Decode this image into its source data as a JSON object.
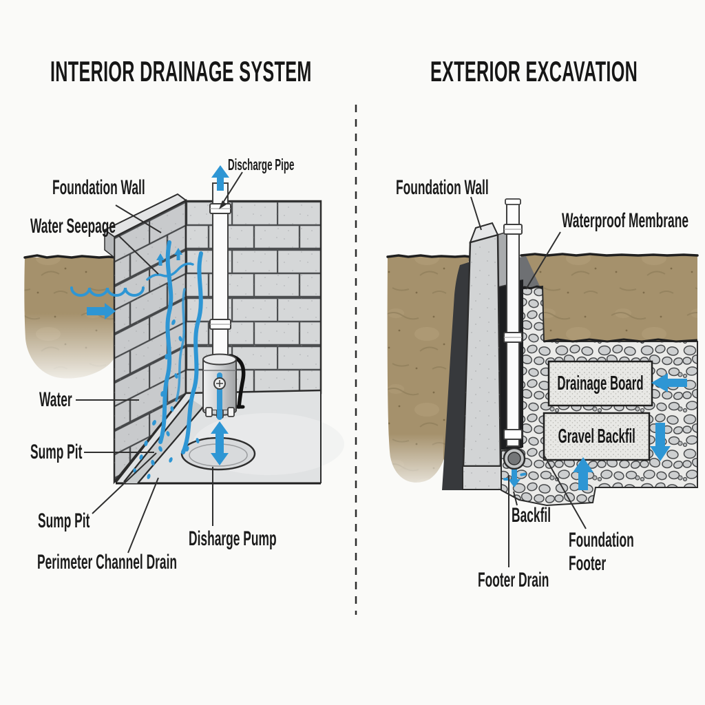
{
  "left_panel": {
    "title": "INTERIOR DRAINAGE SYSTEM",
    "labels": {
      "foundation_wall": "Foundation Wall",
      "water_seepage": "Water Seepage",
      "discharge_pipe": "Discharge Pipe",
      "water": "Water",
      "sump_pit_upper": "Sump Pit",
      "sump_pit_lower": "Sump Pit",
      "discharge_pump": "Disharge Pump",
      "perimeter_channel_drain": "Perimeter Channel Drain"
    }
  },
  "right_panel": {
    "title": "EXTERIOR EXCAVATION",
    "labels": {
      "foundation_wall": "Foundation Wall",
      "waterproof_membrane": "Waterproof Membrane",
      "drainage_board": "Drainage Board",
      "gravel_backfill": "Gravel Backfil",
      "backfill": "Backfil",
      "foundation_footer": "Foundation Footer",
      "footer_drain": "Footer Drain"
    }
  },
  "colors": {
    "water_blue": "#2e96d4",
    "soil_brown": "#a5916c",
    "concrete_grey": "#d5d7d8",
    "membrane_black": "#1d1e20",
    "text_black": "#1b1b1b"
  }
}
